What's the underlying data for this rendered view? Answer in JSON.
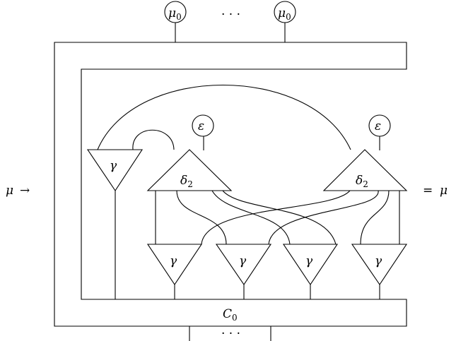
{
  "diagram": {
    "top_state_symbol": "μ",
    "top_state_subscript": "0",
    "top_dots": "· · ·",
    "epsilon": "ε",
    "gamma": "γ",
    "delta_symbol": "δ",
    "delta_subscript": "2",
    "box_symbol": "C",
    "box_subscript": "0",
    "bottom_dots": "· · ·",
    "input_label": "μ",
    "arrow": "→",
    "equals": "=",
    "output_label": "μ"
  }
}
